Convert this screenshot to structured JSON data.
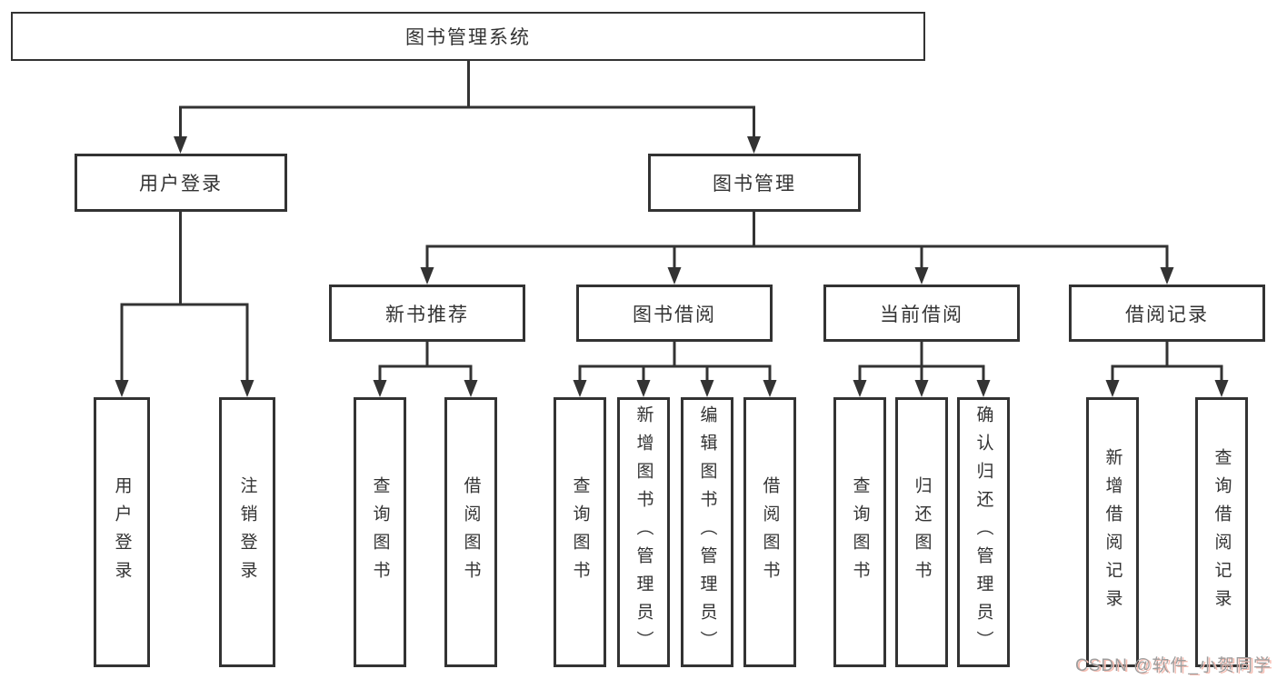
{
  "tree": {
    "label": "图书管理系统",
    "children": [
      {
        "label": "用户登录",
        "children": [
          {
            "label": "用户登录"
          },
          {
            "label": "注销登录"
          }
        ]
      },
      {
        "label": "图书管理",
        "children": [
          {
            "label": "新书推荐",
            "children": [
              {
                "label": "查询图书"
              },
              {
                "label": "借阅图书"
              }
            ]
          },
          {
            "label": "图书借阅",
            "children": [
              {
                "label": "查询图书"
              },
              {
                "label": "新增图书（管理员）"
              },
              {
                "label": "编辑图书（管理员）"
              },
              {
                "label": "借阅图书"
              }
            ]
          },
          {
            "label": "当前借阅",
            "children": [
              {
                "label": "查询图书"
              },
              {
                "label": "归还图书"
              },
              {
                "label": "确认归还（管理员）"
              }
            ]
          },
          {
            "label": "借阅记录",
            "children": [
              {
                "label": "新增借阅记录"
              },
              {
                "label": "查询借阅记录"
              }
            ]
          }
        ]
      }
    ]
  },
  "watermark": {
    "text": "CSDN @软件_小贺同学"
  },
  "colors": {
    "line": "#333333",
    "text": "#333333",
    "background": "#ffffff",
    "watermark_text": "#9e9e9e",
    "watermark_shadow": "#f6bdb2"
  }
}
